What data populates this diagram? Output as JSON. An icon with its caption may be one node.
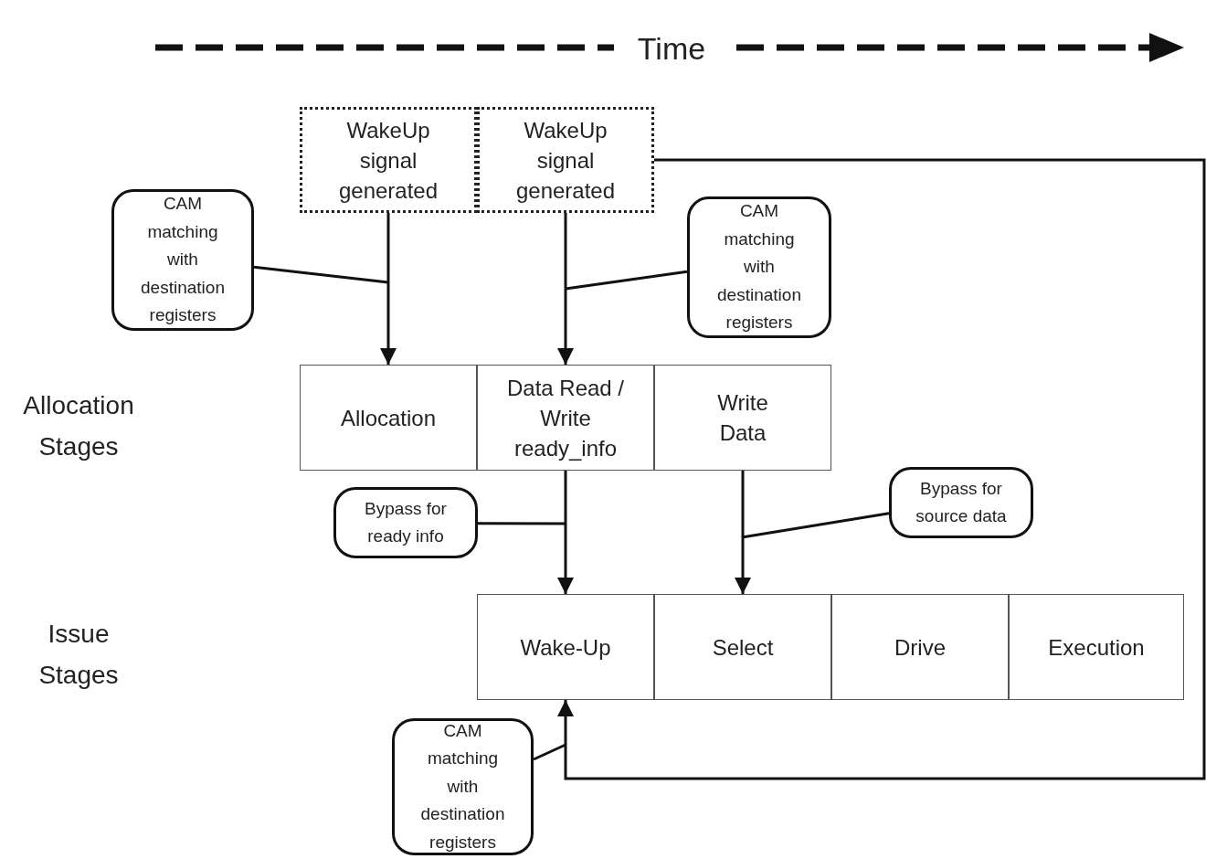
{
  "diagram": {
    "nodes": [
      {
        "text": [
          "WakeUp signal generated"
        ]
      },
      {
        "text": [
          "WakeUp signal generated"
        ]
      },
      {
        "text": [
          "CAM matching with destination registers"
        ]
      },
      {
        "text": [
          "CAM matching with destination registers"
        ]
      },
      {
        "text": [
          "Allocation"
        ]
      },
      {
        "text": [
          "Data Read / Write ready_info"
        ]
      },
      {
        "text": [
          "Write Data"
        ]
      },
      {
        "text": [
          "Bypass for ready info"
        ]
      },
      {
        "text": [
          "Bypass for source data"
        ]
      },
      {
        "text": [
          "Wake-Up"
        ]
      },
      {
        "text": [
          "Select"
        ]
      },
      {
        "text": [
          "Drive"
        ]
      },
      {
        "text": [
          "Execution"
        ]
      },
      {
        "text": [
          "CAM matching with destination registers"
        ]
      }
    ],
    "edges": [
      {
        "from": 0,
        "to": 4,
        "arrow": "to"
      },
      {
        "from": 1,
        "to": 5,
        "arrow": "to"
      },
      {
        "from": 5,
        "to": 9,
        "arrow": "to"
      },
      {
        "from": 6,
        "to": 10,
        "arrow": "to"
      },
      {
        "from": 1,
        "to": 9,
        "arrow": "to"
      },
      {
        "from": 2,
        "to": null,
        "arrow": "none"
      },
      {
        "from": 3,
        "to": null,
        "arrow": "none"
      },
      {
        "from": 7,
        "to": null,
        "arrow": "none"
      },
      {
        "from": 8,
        "to": null,
        "arrow": "none"
      },
      {
        "from": 13,
        "to": null,
        "arrow": "none"
      }
    ],
    "labels": [
      "Time",
      "Allocation Stages",
      "Issue Stages"
    ]
  }
}
